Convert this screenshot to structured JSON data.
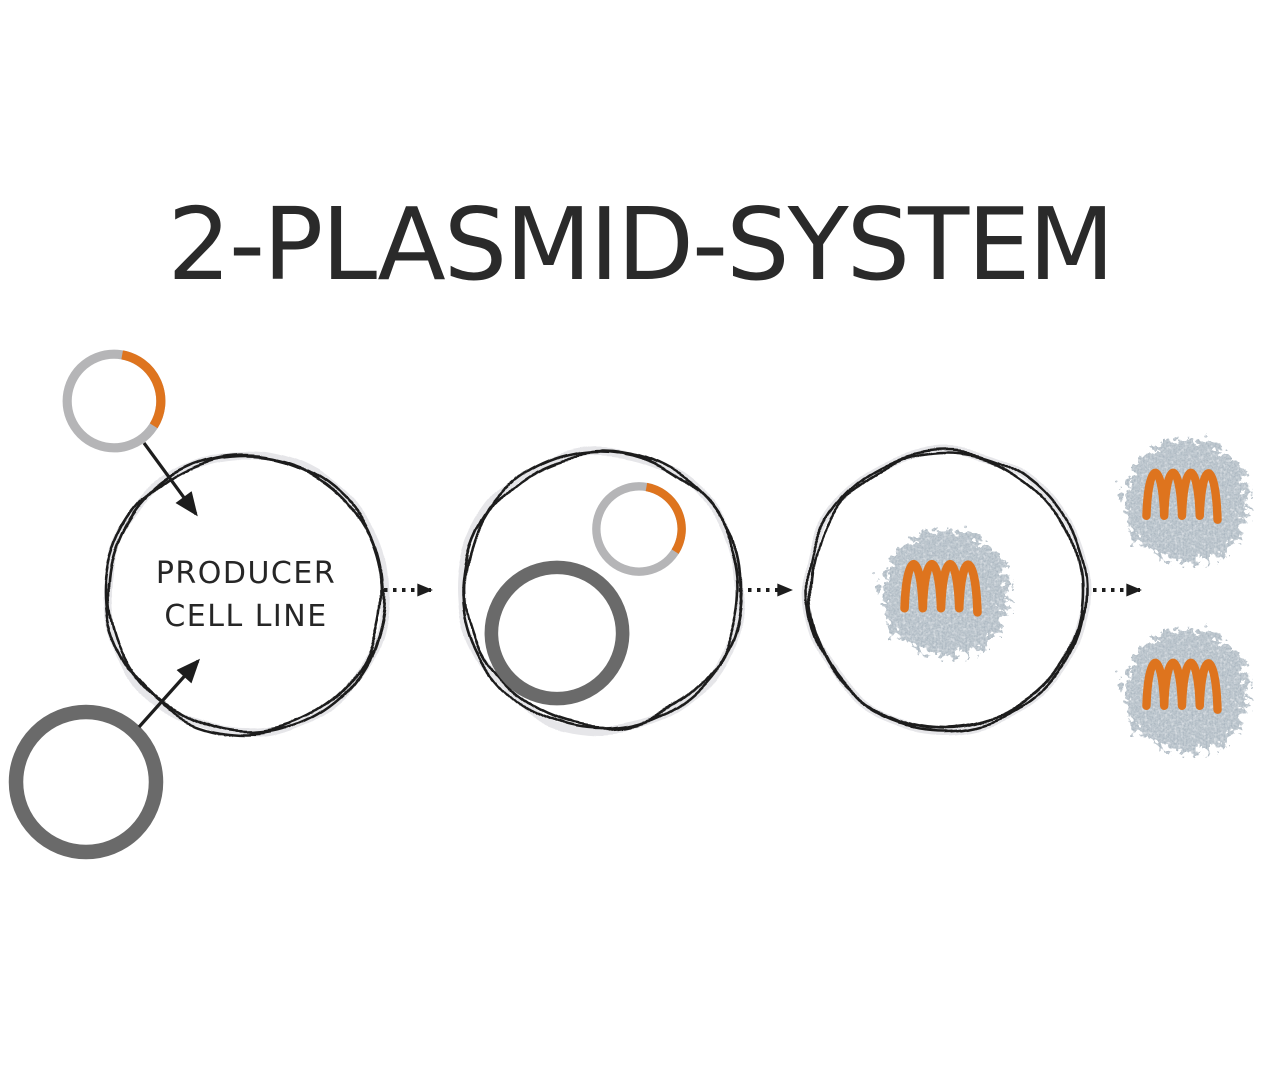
{
  "title": "2-PLASMID-SYSTEM",
  "producer_cell": {
    "label_line1": "PRODUCER",
    "label_line2": "CELL LINE"
  },
  "colors": {
    "background": "#FFFFFF",
    "title_text": "#2A2A2A",
    "cell_outline": "#1D1D1D",
    "membrane_shading": "#E6E6E9",
    "transfer_plasmid_ring": "#B5B5B7",
    "insert_orange": "#DE741E",
    "helper_plasmid_ring": "#6A6A6A",
    "virus_capsid_base": "#C9D1D7",
    "genome_squiggle": "#DE741E",
    "arrow_black": "#1D1D1D"
  },
  "icons": {
    "transfer_plasmid": "gray-ring-with-orange-insert",
    "helper_plasmid": "thick-dark-gray-ring",
    "producer_cell": "wavy-double-membrane-circle",
    "virus_particle": "textured-spiky-capsid-sphere",
    "viral_genome": "orange-squiggle",
    "uptake_arrow": "solid-black-arrow",
    "step_arrow": "dotted-black-arrow"
  }
}
